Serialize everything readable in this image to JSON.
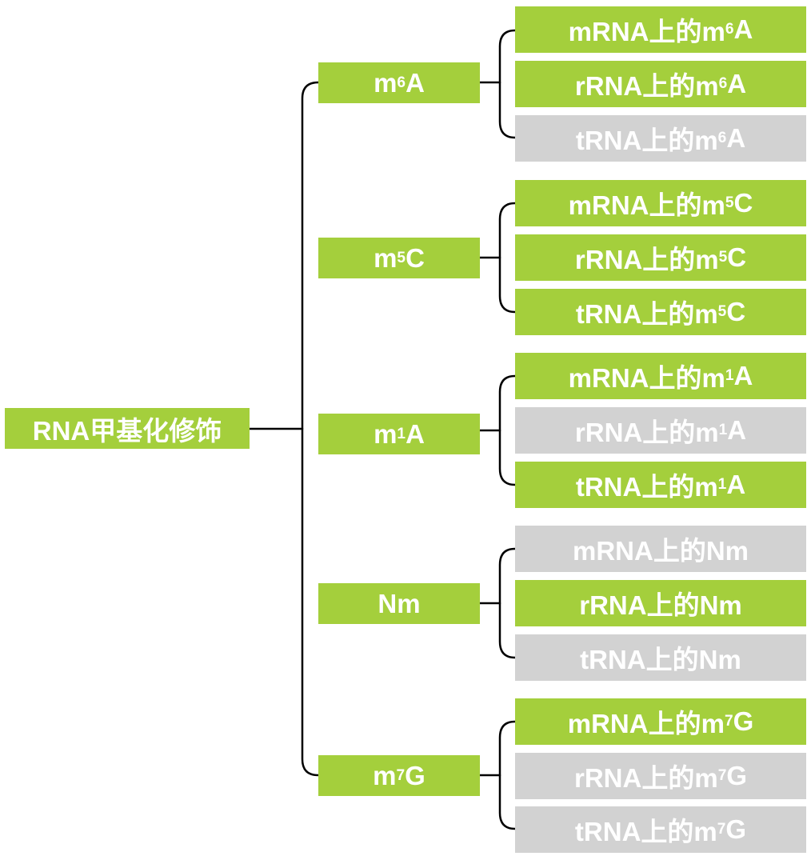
{
  "colors": {
    "active": "#a4cf3c",
    "inactive": "#d2d2d2",
    "text": "#ffffff",
    "line": "#000000"
  },
  "root": {
    "label": "RNA甲基化修饰"
  },
  "categories": [
    {
      "base": "m",
      "sup": "6",
      "suffix": "A",
      "leaves": [
        {
          "label": "mRNA上的m",
          "sup": "6",
          "suffix": "A",
          "status": "active"
        },
        {
          "label": "rRNA上的m",
          "sup": "6",
          "suffix": "A",
          "status": "active"
        },
        {
          "label": "tRNA上的m",
          "sup": "6",
          "suffix": "A",
          "status": "inactive"
        }
      ]
    },
    {
      "base": "m",
      "sup": "5",
      "suffix": "C",
      "leaves": [
        {
          "label": "mRNA上的m",
          "sup": "5",
          "suffix": "C",
          "status": "active"
        },
        {
          "label": "rRNA上的m",
          "sup": "5",
          "suffix": "C",
          "status": "active"
        },
        {
          "label": "tRNA上的m",
          "sup": "5",
          "suffix": "C",
          "status": "active"
        }
      ]
    },
    {
      "base": "m",
      "sup": "1",
      "suffix": "A",
      "leaves": [
        {
          "label": "mRNA上的m",
          "sup": "1",
          "suffix": "A",
          "status": "active"
        },
        {
          "label": "rRNA上的m",
          "sup": "1",
          "suffix": "A",
          "status": "inactive"
        },
        {
          "label": "tRNA上的m",
          "sup": "1",
          "suffix": "A",
          "status": "active"
        }
      ]
    },
    {
      "base": "Nm",
      "sup": "",
      "suffix": "",
      "leaves": [
        {
          "label": "mRNA上的Nm",
          "sup": "",
          "suffix": "",
          "status": "inactive"
        },
        {
          "label": "rRNA上的Nm",
          "sup": "",
          "suffix": "",
          "status": "active"
        },
        {
          "label": "tRNA上的Nm",
          "sup": "",
          "suffix": "",
          "status": "inactive"
        }
      ]
    },
    {
      "base": "m",
      "sup": "7",
      "suffix": "G",
      "leaves": [
        {
          "label": "mRNA上的m",
          "sup": "7",
          "suffix": "G",
          "status": "active"
        },
        {
          "label": "rRNA上的m",
          "sup": "7",
          "suffix": "G",
          "status": "inactive"
        },
        {
          "label": "tRNA上的m",
          "sup": "7",
          "suffix": "G",
          "status": "inactive"
        }
      ]
    }
  ]
}
